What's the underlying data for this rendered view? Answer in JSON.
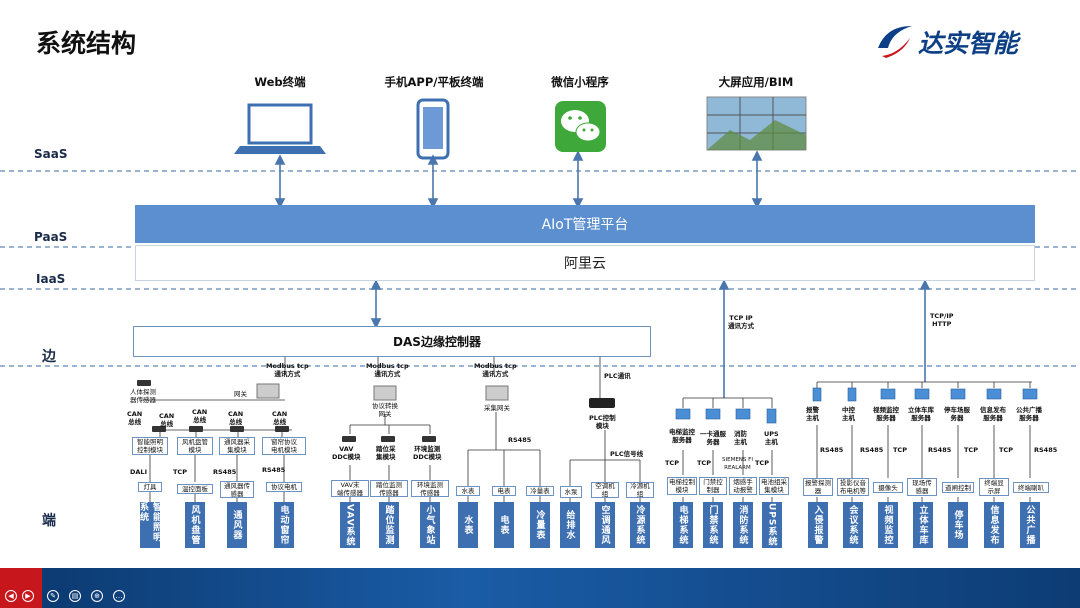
{
  "header": {
    "title": "系统结构",
    "logo_text": "达实智能"
  },
  "layers": {
    "saas": "SaaS",
    "paas": "PaaS",
    "iaas": "IaaS",
    "edge": "边",
    "end": "端"
  },
  "terminals": [
    {
      "label": "Web终端",
      "icon": "laptop-icon"
    },
    {
      "label": "手机APP/平板终端",
      "icon": "tablet-icon"
    },
    {
      "label": "微信小程序",
      "icon": "wechat-icon"
    },
    {
      "label": "大屏应用/BIM",
      "icon": "video-wall-icon"
    }
  ],
  "platform": {
    "aiot": "AIoT管理平台",
    "cloud": "阿里云",
    "das": "DAS边缘控制器"
  },
  "protocols": {
    "tcpip_text": "TCP IP\n通讯方式",
    "tcpip_http": "TCP/IP\nHTTP",
    "modbus1": "Modbus tcp\n通讯方式",
    "modbus2": "Modbus tcp\n通讯方式",
    "modbus3": "Modbus tcp\n通讯方式",
    "plc": "PLC通讯"
  },
  "group_lighting": {
    "sensor": "人体探测\n器传感器",
    "gateway": "网关",
    "can1": "CAN\n总线",
    "can2": "CAN\n总线",
    "can3": "CAN\n总线",
    "can4": "CAN\n总线",
    "can5": "CAN\n总线",
    "mod_light": "智能照明\n控制模块",
    "mod_fan": "风机盘管\n模块",
    "mod_vent": "通风器采\n集模块",
    "mod_curtain": "窗帘协议\n电机模块",
    "p_dali": "DALI",
    "p_tcp": "TCP",
    "p_rs485a": "RS485",
    "p_rs485b": "RS485",
    "d_lamp": "灯具",
    "d_temp": "温控面板",
    "d_vent": "通风器传\n感器",
    "d_motor": "协议电机",
    "sys": [
      "智能照明系统",
      "风机盘管",
      "通风器",
      "电动窗帘"
    ]
  },
  "group_vav": {
    "gateway": "协议转换\n网关",
    "mod_vav": "VAV\nDDC模块",
    "mod_pos": "踏位采\n集模块",
    "mod_env": "环境监测\nDDC模块",
    "d_vav": "VAV末\n端传感器",
    "d_pos": "踏位监测\n传感器",
    "d_env": "环境监测\n传感器",
    "sys": [
      "VAV系统",
      "踏位监测",
      "小气象站"
    ]
  },
  "group_meter": {
    "gateway": "采集网关",
    "rs485": "RS485",
    "d_water": "水表",
    "d_elec": "电表",
    "d_cold": "冷量表",
    "sys": [
      "水表",
      "电表",
      "冷量表"
    ]
  },
  "group_plc": {
    "module": "PLC控制\n模块",
    "signal": "PLC信号线",
    "d_pump": "水泵",
    "d_ac": "空调机\n组",
    "d_chiller": "冷源机\n组",
    "sys": [
      "给排水",
      "空调通风",
      "冷源系统"
    ]
  },
  "group_server": {
    "s_elevator": "电梯监控\n服务器",
    "s_card": "一卡通服\n务器",
    "s_fire": "消防\n主机",
    "s_ups": "UPS\n主机",
    "p_tcp1": "TCP",
    "p_tcp2": "TCP",
    "p_tcp3": "TCP",
    "siemens": "SIEMENS FI\nREALARM",
    "d_elev": "电梯控制\n模块",
    "d_door": "门禁控\n制器",
    "d_fire": "烟感手\n动报警",
    "d_ups": "电池组采\n集模块",
    "sys": [
      "电梯系统",
      "门禁系统",
      "消防系统",
      "UPS系统"
    ]
  },
  "group_security": {
    "s_alarm": "报警\n主机",
    "s_central": "中控\n主机",
    "s_video": "视频监控\n服务器",
    "s_garage": "立体车库\n服务器",
    "s_parking": "停车场服\n务器",
    "s_info": "信息发布\n服务器",
    "s_broadcast": "公共广播\n服务器",
    "p_rs485a": "RS485",
    "p_rs485b": "RS485",
    "p_tcp1": "TCP",
    "p_rs485c": "RS485",
    "p_tcp2": "TCP",
    "p_tcp3": "TCP",
    "p_rs485d": "RS485",
    "d_alarm": "报警探测\n器",
    "d_proj": "投影仪音\n布电机等",
    "d_cam": "摄像头",
    "d_garage": "现场传\n感器",
    "d_road": "道闸控制",
    "d_screen": "终端显\n示屏",
    "d_speaker": "终端喇叭",
    "sys": [
      "入侵报警",
      "会议系统",
      "视频监控",
      "立体车库",
      "停车场",
      "信息发布",
      "公共广播"
    ]
  },
  "colors": {
    "platform": "#5b8fd0",
    "bar": "#3e6fb1",
    "dash": "#5f86b3",
    "footer": "#0d3c74",
    "accent_red": "#c8161d"
  }
}
